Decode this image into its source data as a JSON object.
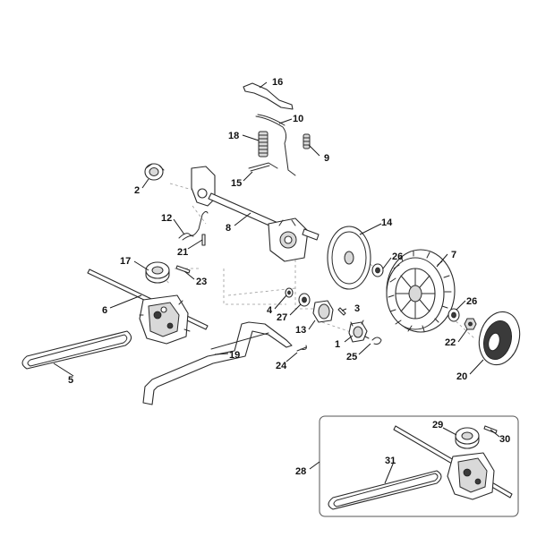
{
  "diagram": {
    "type": "exploded-parts-diagram",
    "callouts": {
      "p1": "1",
      "p2": "2",
      "p3": "3",
      "p4": "4",
      "p5": "5",
      "p6": "6",
      "p7": "7",
      "p8": "8",
      "p9": "9",
      "p10": "10",
      "p12": "12",
      "p13": "13",
      "p14": "14",
      "p15": "15",
      "p16": "16",
      "p17": "17",
      "p18": "18",
      "p19": "19",
      "p20": "20",
      "p21": "21",
      "p22": "22",
      "p23": "23",
      "p24": "24",
      "p25": "25",
      "p26a": "26",
      "p26b": "26",
      "p27": "27",
      "p28": "28",
      "p29": "29",
      "p30": "30",
      "p31": "31"
    }
  }
}
